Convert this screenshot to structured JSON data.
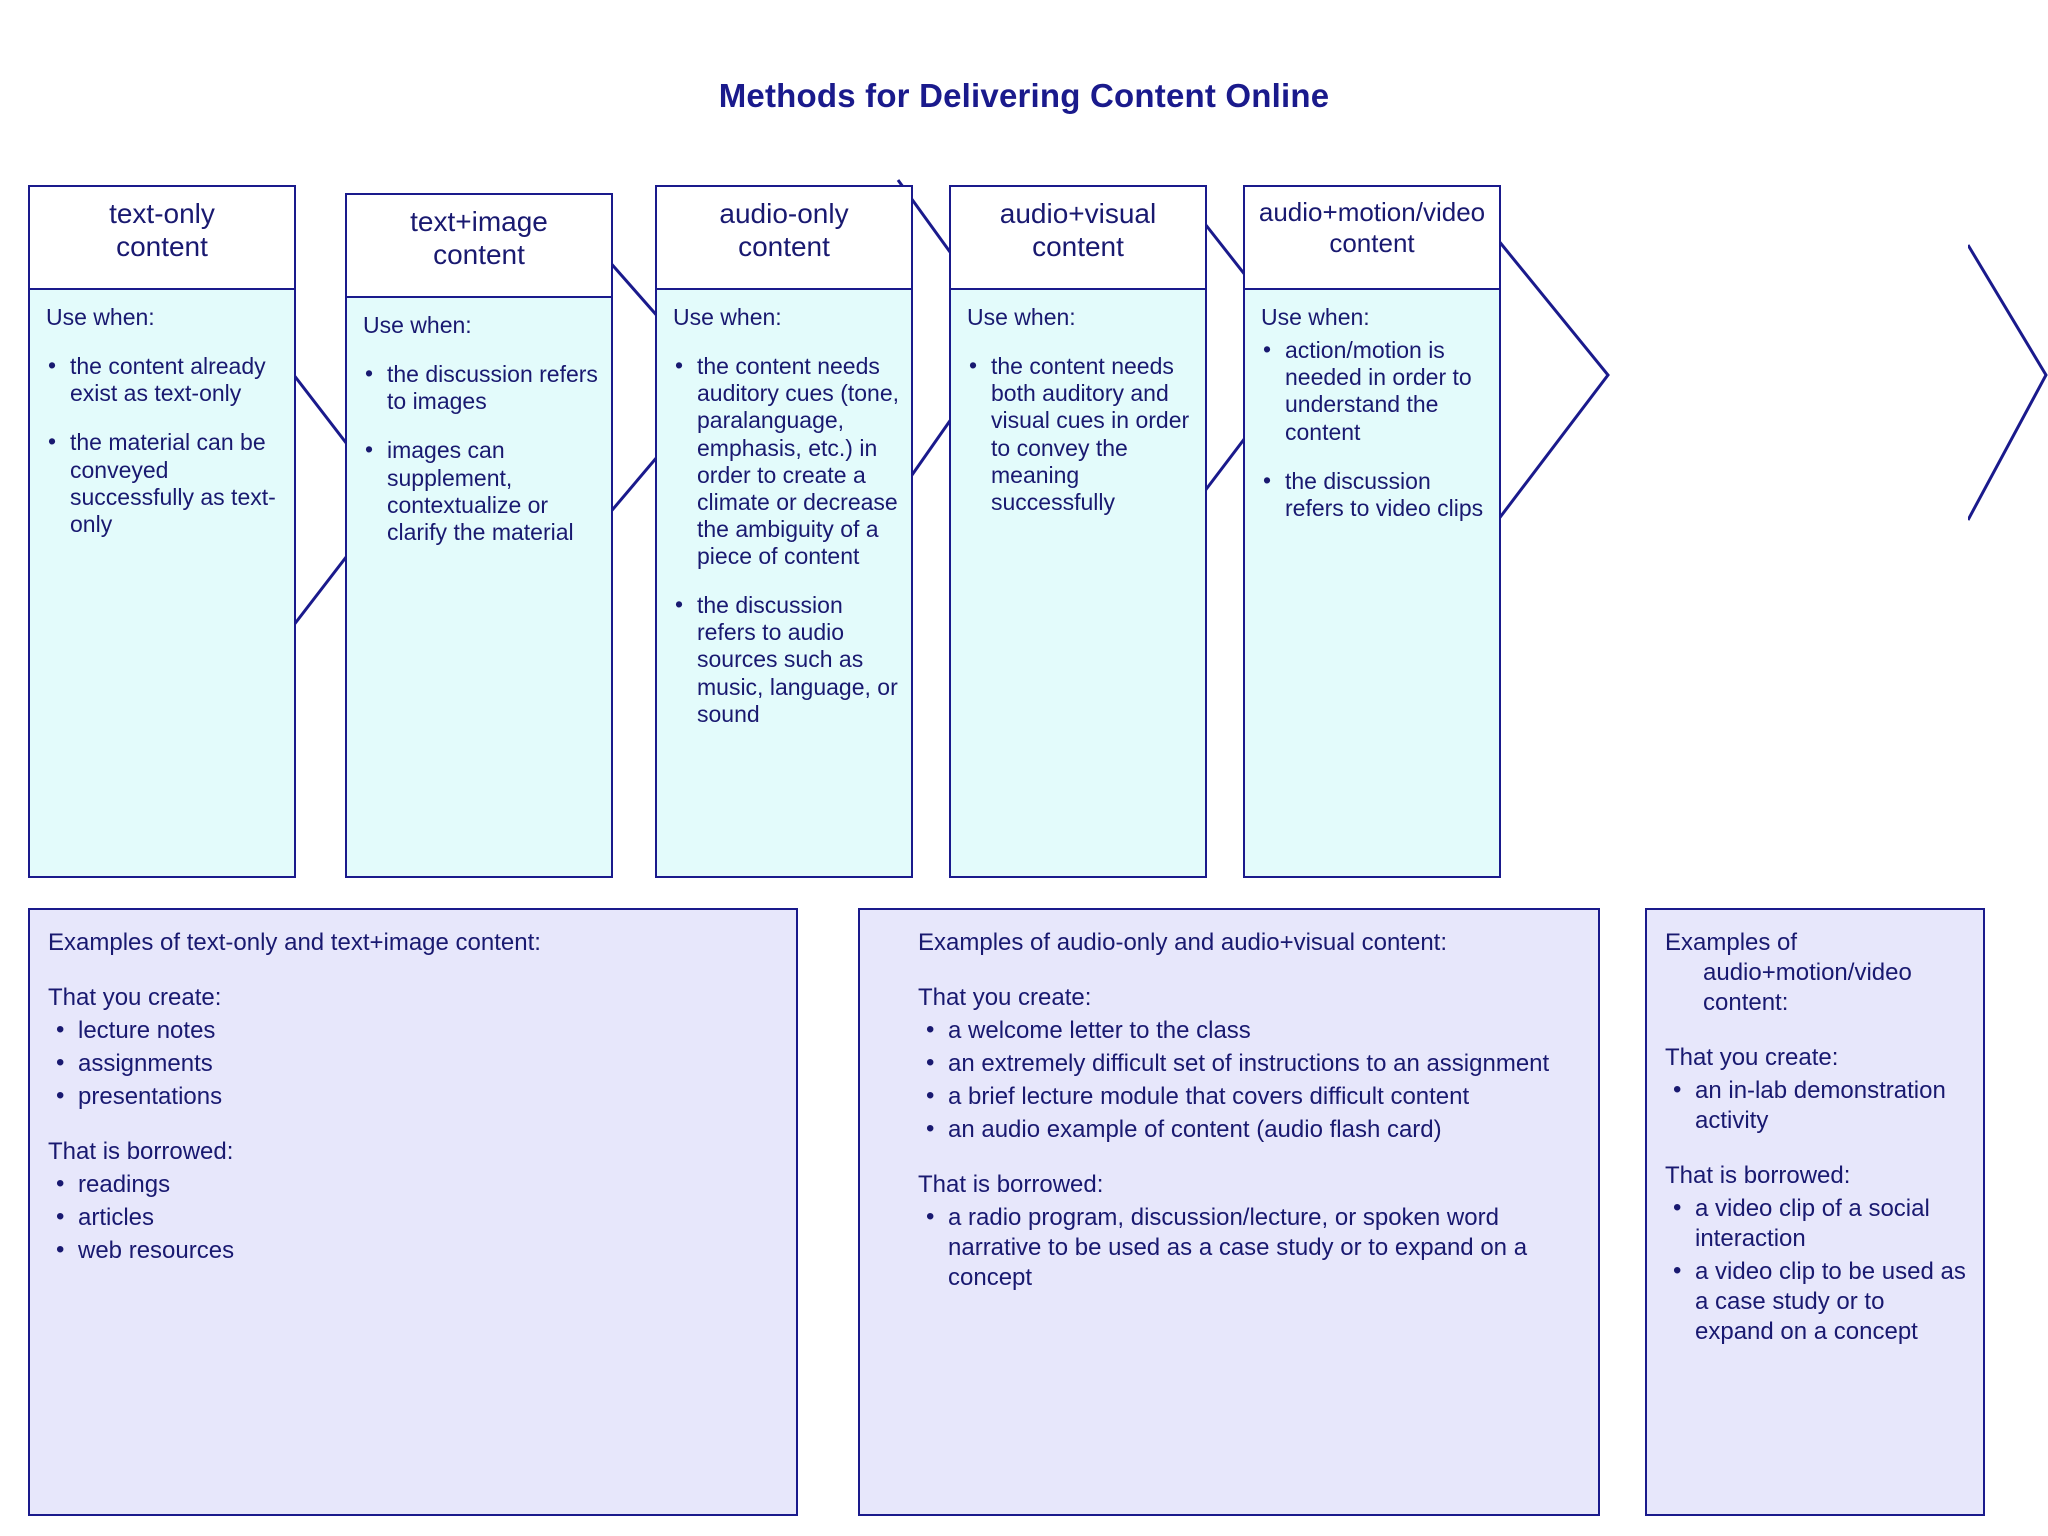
{
  "title": "Methods for Delivering Content Online",
  "colors": {
    "ink": "#191970",
    "title": "#1a1a8c",
    "border": "#1a1a8c",
    "column_head_bg": "#ffffff",
    "column_body_bg": "#e3fbfb",
    "example_box_bg": "#e7e7fb",
    "page_bg": "#ffffff"
  },
  "use_when_label": "Use when:",
  "that_you_create_label": "That you create:",
  "that_is_borrowed_label": "That is borrowed:",
  "columns": [
    {
      "id": "text-only",
      "heading_line1": "text-only",
      "heading_line2": "content",
      "use_when": "Use when:",
      "bullets": [
        "the content already exist as text-only",
        "the material can be conveyed successfully as text-only"
      ]
    },
    {
      "id": "text-image",
      "heading_line1": "text+image",
      "heading_line2": "content",
      "use_when": "Use when:",
      "bullets": [
        "the discussion refers to images",
        "images can supplement, contextualize or clarify the material"
      ]
    },
    {
      "id": "audio-only",
      "heading_line1": "audio-only",
      "heading_line2": "content",
      "use_when": "Use when:",
      "bullets": [
        "the content needs auditory cues (tone, paralanguage, emphasis, etc.) in order to create a climate or decrease the ambiguity of a piece of content",
        "the discussion refers to audio sources such as music, language, or sound"
      ]
    },
    {
      "id": "audio-visual",
      "heading_line1": "audio+visual",
      "heading_line2": "content",
      "use_when": "Use when:",
      "bullets": [
        "the content needs both auditory and visual cues in order to convey the meaning successfully"
      ]
    },
    {
      "id": "audio-motion-video",
      "heading_line1": "audio+motion/video",
      "heading_line2": "content",
      "use_when": "Use when:",
      "bullets": [
        "action/motion is needed in order to understand the content",
        "the discussion refers to video clips"
      ]
    }
  ],
  "example_boxes": [
    {
      "id": "examples-text",
      "heading": "Examples of text-only and text+image content:",
      "create_label": "That you create:",
      "create_items": [
        "lecture notes",
        "assignments",
        "presentations"
      ],
      "borrowed_label": "That is borrowed:",
      "borrowed_items": [
        "readings",
        "articles",
        "web resources"
      ]
    },
    {
      "id": "examples-audio",
      "heading": "Examples of audio-only and audio+visual content:",
      "create_label": "That you create:",
      "create_items": [
        "a welcome letter to the class",
        "an extremely difficult set of instructions to an assignment",
        "a brief lecture module that covers difficult content",
        "an audio example of content (audio flash card)"
      ],
      "borrowed_label": "That is borrowed:",
      "borrowed_items": [
        "a radio program, discussion/lecture, or spoken word narrative to be used as a case study or to expand on a concept"
      ]
    },
    {
      "id": "examples-video",
      "heading": "Examples of audio+motion/video content:",
      "create_label": "That you create:",
      "create_items": [
        "an in-lab demonstration activity"
      ],
      "borrowed_label": "That is borrowed:",
      "borrowed_items": [
        "a video clip of a social interaction",
        "a video clip to be used as a case study or to expand on a concept"
      ]
    }
  ]
}
